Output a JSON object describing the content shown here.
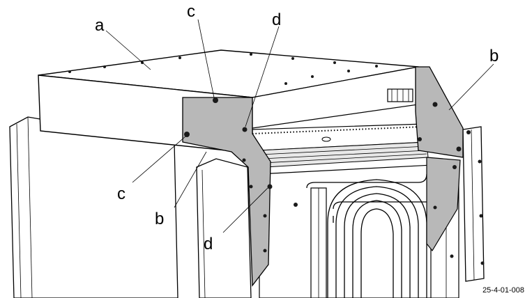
{
  "labels": {
    "a": "a",
    "b": "b",
    "c": "c",
    "d": "d"
  },
  "reference_code": "25-4-01-008",
  "colors": {
    "panel_white": "#ffffff",
    "bracket_grey": "#b8b8b8",
    "line": "#000000"
  }
}
